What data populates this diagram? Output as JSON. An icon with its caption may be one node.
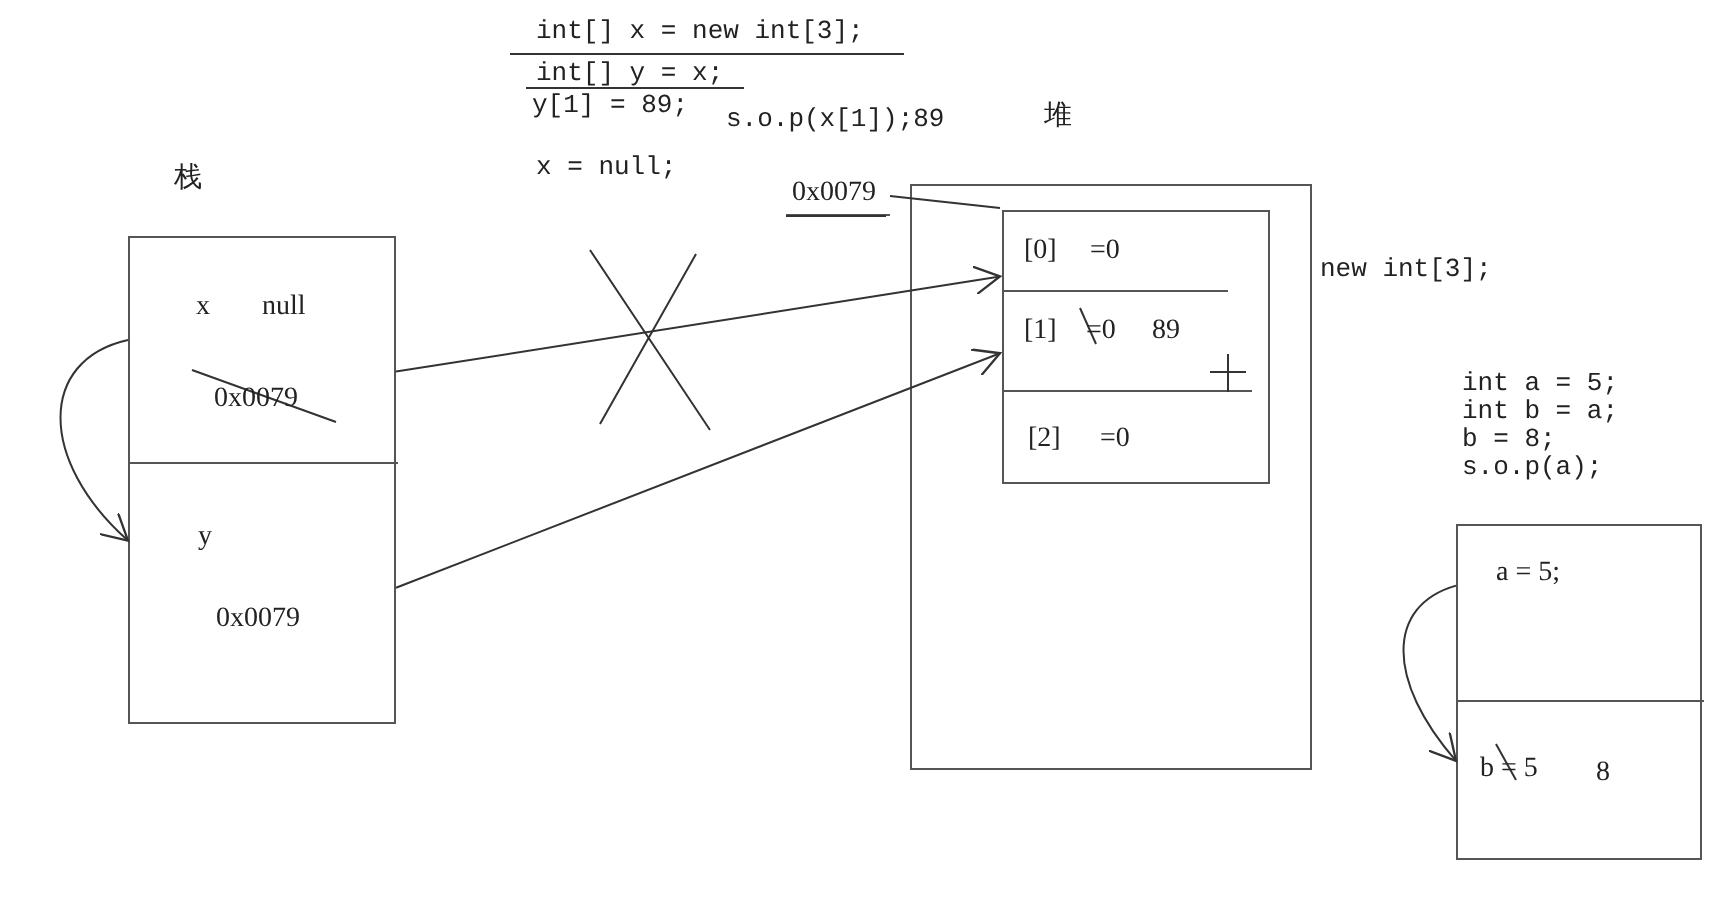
{
  "diagram": {
    "nodes": [
      {
        "text": [],
        "shape": "box",
        "beside": [
          "栈"
        ]
      },
      {
        "text": [
          "x",
          "null",
          "0x0079"
        ],
        "in": 0
      },
      {
        "text": [
          "y",
          "0x0079"
        ],
        "in": 0
      },
      {
        "text": [],
        "shape": "box",
        "beside": [
          "堆"
        ]
      },
      {
        "text": [],
        "shape": "box",
        "in": 3
      },
      {
        "text": [
          "[0]",
          "=0"
        ],
        "in": 4
      },
      {
        "text": [
          "[1]",
          "=0",
          "89"
        ],
        "in": 4
      },
      {
        "text": [
          "[2]",
          "=0"
        ],
        "in": 4
      },
      {
        "text": [
          "0x0079"
        ]
      },
      {
        "text": [],
        "shape": "box"
      },
      {
        "text": [
          "a = 5;"
        ],
        "in": 9
      },
      {
        "text": [
          "b = 5",
          "8"
        ],
        "in": 9
      }
    ],
    "edges": [
      {
        "from": 1,
        "to": 4,
        "arrow": "to"
      },
      {
        "from": 2,
        "to": 4,
        "arrow": "to"
      },
      {
        "from": 1,
        "to": 2,
        "arrow": "to"
      },
      {
        "from": 8,
        "to": 4,
        "arrow": "none"
      },
      {
        "from": 10,
        "to": 11,
        "arrow": "to"
      }
    ],
    "labels": [
      "int[] x = new int[3];",
      "int[] y = x;",
      "y[1] = 89;",
      "s.o.p(x[1]);89",
      "x = null;",
      "new int[3];",
      "int a = 5;",
      "int b = a;",
      "b = 8;",
      "s.o.p(a);"
    ]
  }
}
